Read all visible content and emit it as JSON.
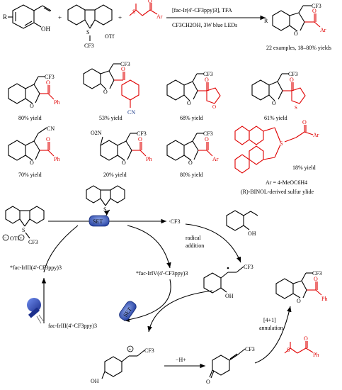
{
  "reaction": {
    "reagent_1_sub": "R",
    "reagent_1_oh": "OH",
    "reagent_2_cf3": "CF3",
    "reagent_2_counterion": "OTf",
    "reagent_3_ar": "Ar",
    "conditions_top": "[fac-Ir(4'-CF3ppy)3], TFA",
    "conditions_bottom": "CF3CH2OH, 3W blue LEDs",
    "summary": "22 examples, 18–80% yields",
    "product_cf3": "CF3",
    "product_r": "R",
    "product_ar": "Ar"
  },
  "examples": [
    {
      "yield": "80% yield",
      "label": "Ph",
      "sub": "CF3"
    },
    {
      "yield": "53% yield",
      "label": "CN",
      "sub": "CF3"
    },
    {
      "yield": "68% yield",
      "label": "",
      "sub": "CF3"
    },
    {
      "yield": "61% yield",
      "label": "S",
      "sub": "CF3"
    },
    {
      "yield": "70% yield",
      "label": "Ph",
      "sub": "CN"
    },
    {
      "yield": "20% yield",
      "label": "Ph",
      "sub": "CF3",
      "extra": "O2N"
    },
    {
      "yield": "80% yield",
      "label": "Ar",
      "sub": "CF3"
    },
    {
      "yield": "18% yield",
      "label": "Ar",
      "sub": ""
    }
  ],
  "notes": {
    "ar_def": "Ar = 4-MeOC6H4",
    "binol": "(R)-BINOL-derived sulfur ylide"
  },
  "mechanism": {
    "set_top": "SET",
    "set_bottom": "SET",
    "cf3_radical": "·CF3",
    "radical_addition_1": "radical",
    "radical_addition_2": "addition",
    "ir_excited": "*fac-IrIII(4'-CF3ppy)3",
    "ir_iv": "*fac-IrIV(4'-CF3ppy)3",
    "ir_ground": "fac-IrIII(4'-CF3ppy)3",
    "otf": "OTf",
    "minus_h": "−H+",
    "annulation_1": "[4+1]",
    "annulation_2": "annulation",
    "oh": "OH",
    "o": "O",
    "ph": "Ph",
    "cf3": "CF3",
    "s": "S"
  },
  "colors": {
    "red": "#e00000",
    "blue": "#1a3a8a",
    "set_fill": "#3a5bbf"
  }
}
